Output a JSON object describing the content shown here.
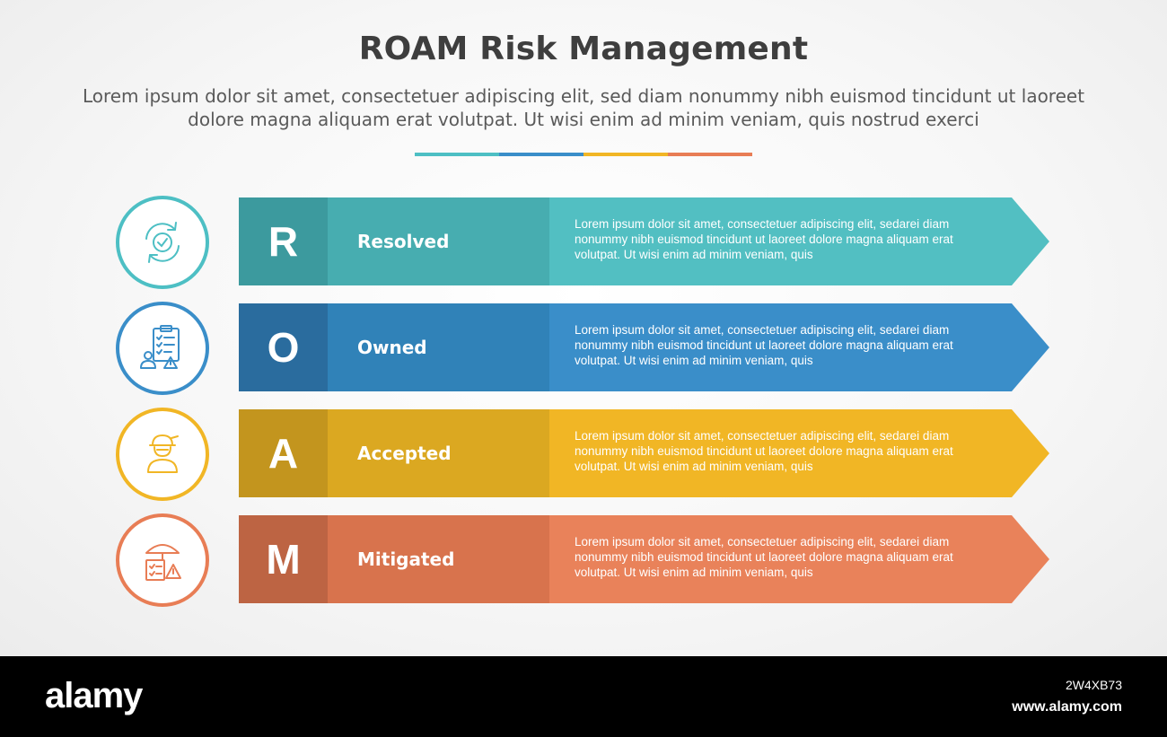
{
  "title": "ROAM Risk Management",
  "subtitle": "Lorem ipsum dolor sit amet, consectetuer adipiscing elit, sed diam nonummy nibh euismod tincidunt ut laoreet dolore magna aliquam erat volutpat. Ut wisi enim ad minim veniam, quis nostrud exerci",
  "divider_colors": [
    "#4dbfc4",
    "#3a8ec9",
    "#f1b625",
    "#e87d55"
  ],
  "rows": [
    {
      "letter": "R",
      "label": "Resolved",
      "icon": "cycle-check-icon",
      "description": "Lorem ipsum dolor sit amet, consectetuer adipiscing elit, sedarei diam nonummy nibh euismod tincidunt ut laoreet dolore magna aliquam erat volutpat. Ut wisi enim ad minim veniam, quis",
      "colors": {
        "dark": "#3c9a9e",
        "mid": "#47adb0",
        "light": "#52bfc2",
        "circle": "#4dbfc4"
      }
    },
    {
      "letter": "O",
      "label": "Owned",
      "icon": "checklist-warning-icon",
      "description": "Lorem ipsum dolor sit amet, consectetuer adipiscing elit, sedarei diam nonummy nibh euismod tincidunt ut laoreet dolore magna aliquam erat volutpat. Ut wisi enim ad minim veniam, quis",
      "colors": {
        "dark": "#2a6c9e",
        "mid": "#3082b8",
        "light": "#3a8ec9",
        "circle": "#3a8ec9"
      }
    },
    {
      "letter": "A",
      "label": "Accepted",
      "icon": "worker-helmet-icon",
      "description": "Lorem ipsum dolor sit amet, consectetuer adipiscing elit, sedarei diam nonummy nibh euismod tincidunt ut laoreet dolore magna aliquam erat volutpat. Ut wisi enim ad minim veniam, quis",
      "colors": {
        "dark": "#c3951e",
        "mid": "#dba821",
        "light": "#f1b625",
        "circle": "#f1b625"
      }
    },
    {
      "letter": "M",
      "label": "Mitigated",
      "icon": "umbrella-report-icon",
      "description": "Lorem ipsum dolor sit amet, consectetuer adipiscing elit, sedarei diam nonummy nibh euismod tincidunt ut laoreet dolore magna aliquam erat volutpat. Ut wisi enim ad minim veniam, quis",
      "colors": {
        "dark": "#bd6443",
        "mid": "#d8734d",
        "light": "#e9825a",
        "circle": "#e87d55"
      }
    }
  ],
  "footer": {
    "logo": "alamy",
    "image_id": "2W4XB73",
    "site": "www.alamy.com"
  }
}
